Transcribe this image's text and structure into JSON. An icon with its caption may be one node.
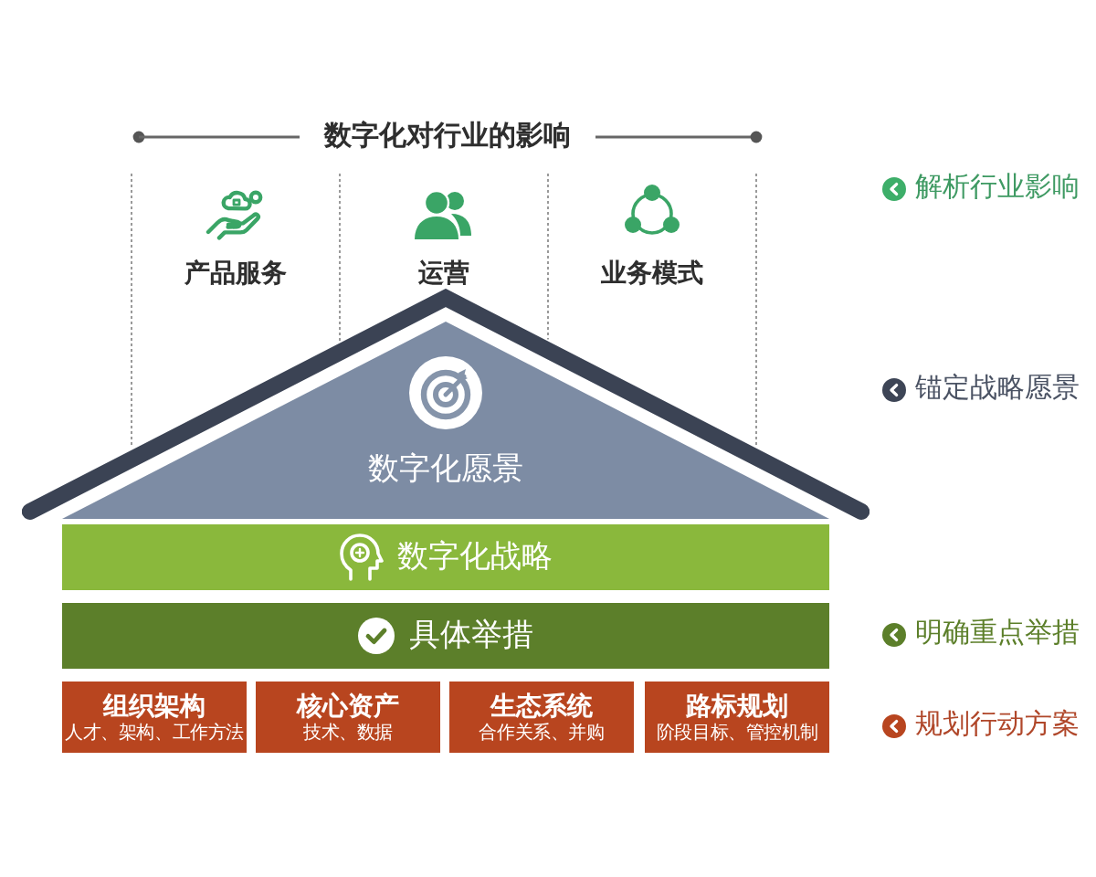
{
  "diagram": {
    "title": "数字化对行业的影响",
    "nodes": [
      {
        "text": [
          "数字化愿景"
        ]
      },
      {
        "text": [
          "数字化战略"
        ]
      },
      {
        "text": [
          "具体举措"
        ]
      },
      {
        "text": [
          "组织架构",
          "人才、架构、工作方法"
        ]
      },
      {
        "text": [
          "核心资产",
          "技术、数据"
        ]
      },
      {
        "text": [
          "生态系统",
          "合作关系、并购"
        ]
      },
      {
        "text": [
          "路标规划",
          "阶段目标、管控机制"
        ]
      }
    ],
    "labels": [
      "产品服务",
      "运营",
      "业务模式",
      "解析行业影响",
      "锚定战略愿景",
      "明确重点举措",
      "规划行动方案"
    ]
  }
}
